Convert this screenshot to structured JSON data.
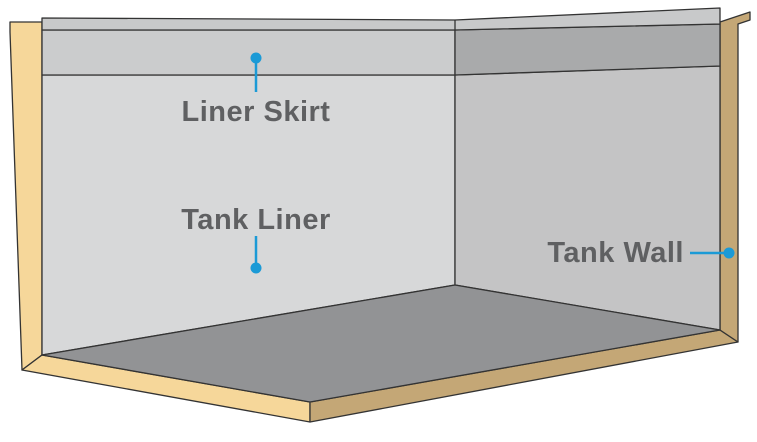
{
  "labels": {
    "liner_skirt": "Liner Skirt",
    "tank_liner": "Tank Liner",
    "tank_wall": "Tank Wall"
  },
  "colors": {
    "tank_wall_front": "#f6d79a",
    "tank_wall_side": "#c4a776",
    "outline": "#333333",
    "liner_back": "#d7d8d9",
    "liner_right": "#c4c4c5",
    "skirt_back": "#cbcccd",
    "skirt_right": "#a9aaab",
    "floor": "#929395",
    "rim": "#c8c9ca",
    "callout": "#1b9ad6",
    "label_text": "#5f6062"
  }
}
